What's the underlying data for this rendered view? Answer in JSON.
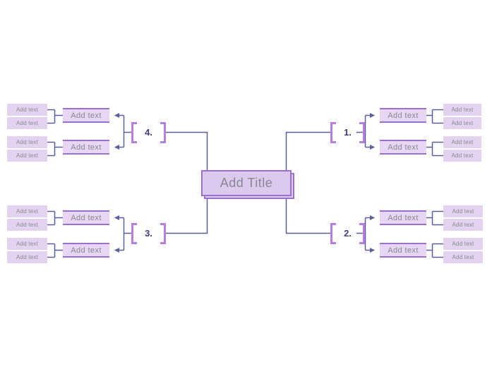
{
  "title": {
    "text": "Add Title"
  },
  "branches": [
    {
      "number": "1.",
      "position": "top-right",
      "mids": [
        {
          "label": "Add text",
          "leaves": [
            "Add text",
            "Add text"
          ]
        },
        {
          "label": "Add text",
          "leaves": [
            "Add text",
            "Add text"
          ]
        }
      ]
    },
    {
      "number": "2.",
      "position": "bottom-right",
      "mids": [
        {
          "label": "Add text",
          "leaves": [
            "Add text",
            "Add text"
          ]
        },
        {
          "label": "Add text",
          "leaves": [
            "Add text",
            "Add text"
          ]
        }
      ]
    },
    {
      "number": "3.",
      "position": "bottom-left",
      "mids": [
        {
          "label": "Add text",
          "leaves": [
            "Add text",
            "Add text"
          ]
        },
        {
          "label": "Add text",
          "leaves": [
            "Add text",
            "Add text"
          ]
        }
      ]
    },
    {
      "number": "4.",
      "position": "top-left",
      "mids": [
        {
          "label": "Add text",
          "leaves": [
            "Add text",
            "Add text"
          ]
        },
        {
          "label": "Add text",
          "leaves": [
            "Add text",
            "Add text"
          ]
        }
      ]
    }
  ],
  "colors": {
    "node_border": "#9c6fd1",
    "node_fill": "#dccaee",
    "mid_fill": "#e7d7f5",
    "leaf_fill": "#e3d3f1",
    "bracket": "#b57ee0",
    "number": "#3d3d80",
    "connector": "#5b5f9b",
    "text": "#87878f"
  }
}
